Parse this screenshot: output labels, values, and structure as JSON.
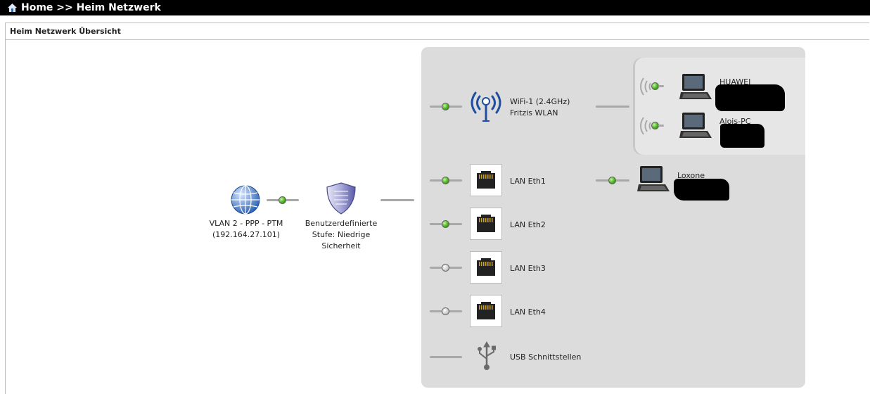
{
  "header": {
    "breadcrumb": "Home >> Heim Netzwerk"
  },
  "section_title": "Heim Netzwerk Übersicht",
  "wan": {
    "label_line1": "VLAN 2 - PPP - PTM",
    "label_line2": "(192.164.27.101)"
  },
  "firewall": {
    "label_line1": "Benutzerdefinierte",
    "label_line2": "Stufe: Niedrige",
    "label_line3": "Sicherheit"
  },
  "wifi": {
    "label_line1": "WiFi-1 (2.4GHz)",
    "label_line2": "Fritzis WLAN",
    "clients": [
      {
        "label": "HUAWEI"
      },
      {
        "label": "Alois-PC"
      }
    ]
  },
  "lan_ports": [
    {
      "label": "LAN Eth1",
      "status": "connected"
    },
    {
      "label": "LAN Eth2",
      "status": "connected"
    },
    {
      "label": "LAN Eth3",
      "status": "disconnected"
    },
    {
      "label": "LAN Eth4",
      "status": "disconnected"
    }
  ],
  "lan_clients": [
    {
      "label": "Loxone"
    }
  ],
  "usb": {
    "label": "USB Schnittstellen"
  },
  "colors": {
    "status_connected": "#46b319",
    "status_disconnected": "#cfcfcf",
    "panel": "#dcdcdc"
  }
}
